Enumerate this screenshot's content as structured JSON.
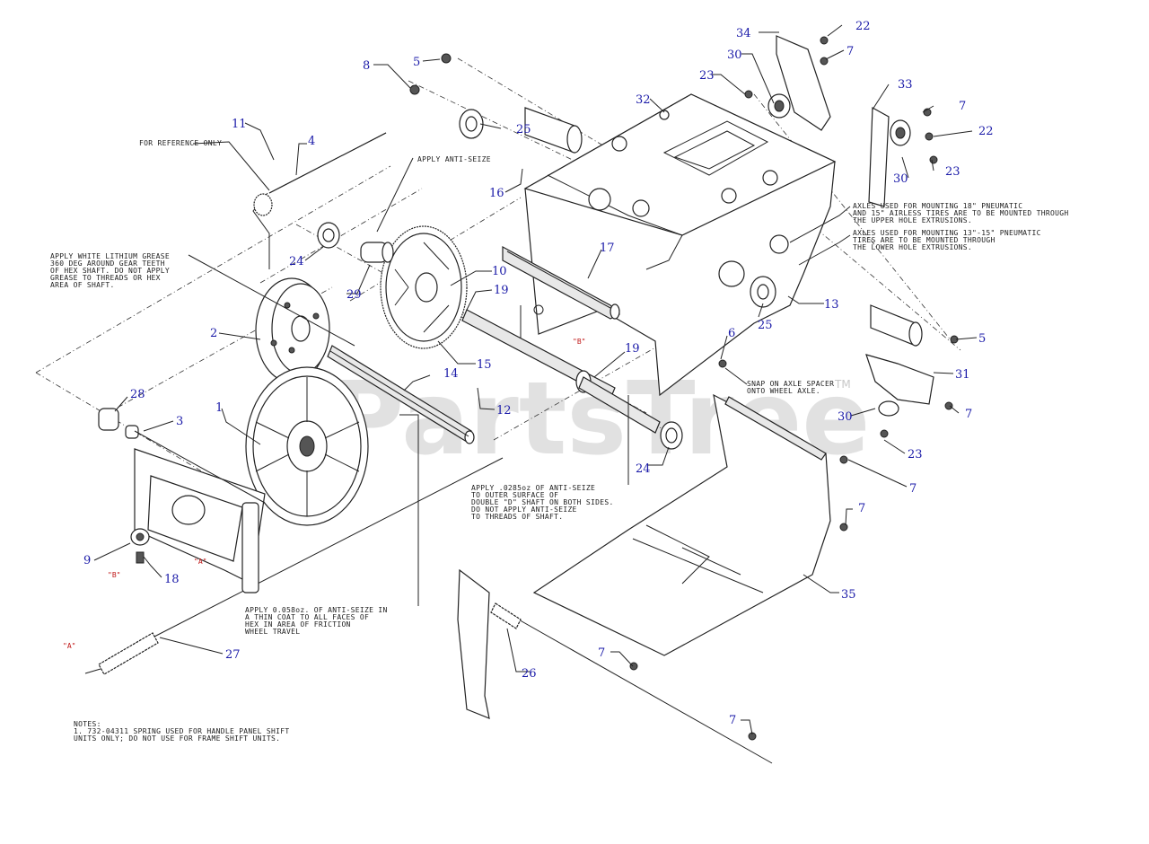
{
  "watermark": {
    "text": "PartsTree",
    "tm": "TM"
  },
  "callouts": [
    {
      "id": "c34",
      "label": "34"
    },
    {
      "id": "c22a",
      "label": "22"
    },
    {
      "id": "c30a",
      "label": "30"
    },
    {
      "id": "c7a",
      "label": "7"
    },
    {
      "id": "c8",
      "label": "8"
    },
    {
      "id": "c5a",
      "label": "5"
    },
    {
      "id": "c23a",
      "label": "23"
    },
    {
      "id": "c33",
      "label": "33"
    },
    {
      "id": "c32",
      "label": "32"
    },
    {
      "id": "c7b",
      "label": "7"
    },
    {
      "id": "c22b",
      "label": "22"
    },
    {
      "id": "c25a",
      "label": "25"
    },
    {
      "id": "c11",
      "label": "11"
    },
    {
      "id": "c4",
      "label": "4"
    },
    {
      "id": "c23b",
      "label": "23"
    },
    {
      "id": "c30b",
      "label": "30"
    },
    {
      "id": "c16",
      "label": "16"
    },
    {
      "id": "c17",
      "label": "17"
    },
    {
      "id": "c24a",
      "label": "24"
    },
    {
      "id": "c10",
      "label": "10"
    },
    {
      "id": "c29",
      "label": "29"
    },
    {
      "id": "c19a",
      "label": "19"
    },
    {
      "id": "c13",
      "label": "13"
    },
    {
      "id": "c2",
      "label": "2"
    },
    {
      "id": "c25b",
      "label": "25"
    },
    {
      "id": "c6",
      "label": "6"
    },
    {
      "id": "c5b",
      "label": "5"
    },
    {
      "id": "c19b",
      "label": "19"
    },
    {
      "id": "c15",
      "label": "15"
    },
    {
      "id": "c14",
      "label": "14"
    },
    {
      "id": "c31",
      "label": "31"
    },
    {
      "id": "c28",
      "label": "28"
    },
    {
      "id": "c1",
      "label": "1"
    },
    {
      "id": "c12",
      "label": "12"
    },
    {
      "id": "c3",
      "label": "3"
    },
    {
      "id": "c30c",
      "label": "30"
    },
    {
      "id": "c7c",
      "label": "7"
    },
    {
      "id": "c24b",
      "label": "24"
    },
    {
      "id": "c23c",
      "label": "23"
    },
    {
      "id": "c7d",
      "label": "7"
    },
    {
      "id": "c7e",
      "label": "7"
    },
    {
      "id": "c9",
      "label": "9"
    },
    {
      "id": "c18",
      "label": "18"
    },
    {
      "id": "c35",
      "label": "35"
    },
    {
      "id": "c27",
      "label": "27"
    },
    {
      "id": "c26",
      "label": "26"
    },
    {
      "id": "c7f",
      "label": "7"
    },
    {
      "id": "c7g",
      "label": "7"
    }
  ],
  "notes": {
    "for_reference": "FOR REFERENCE ONLY",
    "apply_anti_seize": "APPLY ANTI-SEIZE",
    "grease": [
      "APPLY WHITE LITHIUM GREASE",
      "360 DEG AROUND GEAR TEETH",
      "OF HEX SHAFT. DO NOT APPLY",
      "GREASE TO THREADS OR HEX",
      "AREA OF SHAFT."
    ],
    "axles_18": [
      "AXLES USED FOR MOUNTING 18\" PNEUMATIC",
      "AND 15\" AIRLESS TIRES ARE TO BE MOUNTED THROUGH",
      "THE UPPER HOLE EXTRUSIONS."
    ],
    "axles_13": [
      "AXLES USED FOR MOUNTING 13\"-15\" PNEUMATIC",
      "TIRES ARE TO BE MOUNTED THROUGH",
      "THE LOWER HOLE EXTRUSIONS."
    ],
    "snap_on": [
      "SNAP ON AXLE SPACER",
      "ONTO WHEEL AXLE."
    ],
    "apply_0285": [
      "APPLY .0285oz OF ANTI-SEIZE",
      "TO OUTER SURFACE OF",
      "DOUBLE \"D\" SHAFT ON BOTH SIDES.",
      "DO NOT APPLY ANTI-SEIZE",
      "TO THREADS OF SHAFT."
    ],
    "apply_0058": [
      "APPLY 0.058oz. OF ANTI-SEIZE IN",
      "A THIN COAT TO ALL FACES OF",
      "HEX IN AREA OF FRICTION",
      "WHEEL TRAVEL"
    ],
    "notes_title": "NOTES:",
    "notes_body": [
      "1. 732-04311 SPRING USED FOR HANDLE PANEL SHIFT",
      "   UNITS ONLY; DO NOT USE FOR FRAME SHIFT UNITS."
    ],
    "ref_b1": "\"B\"",
    "ref_b2": "\"B\"",
    "ref_a1": "\"A\"",
    "ref_a2": "\"A\""
  }
}
